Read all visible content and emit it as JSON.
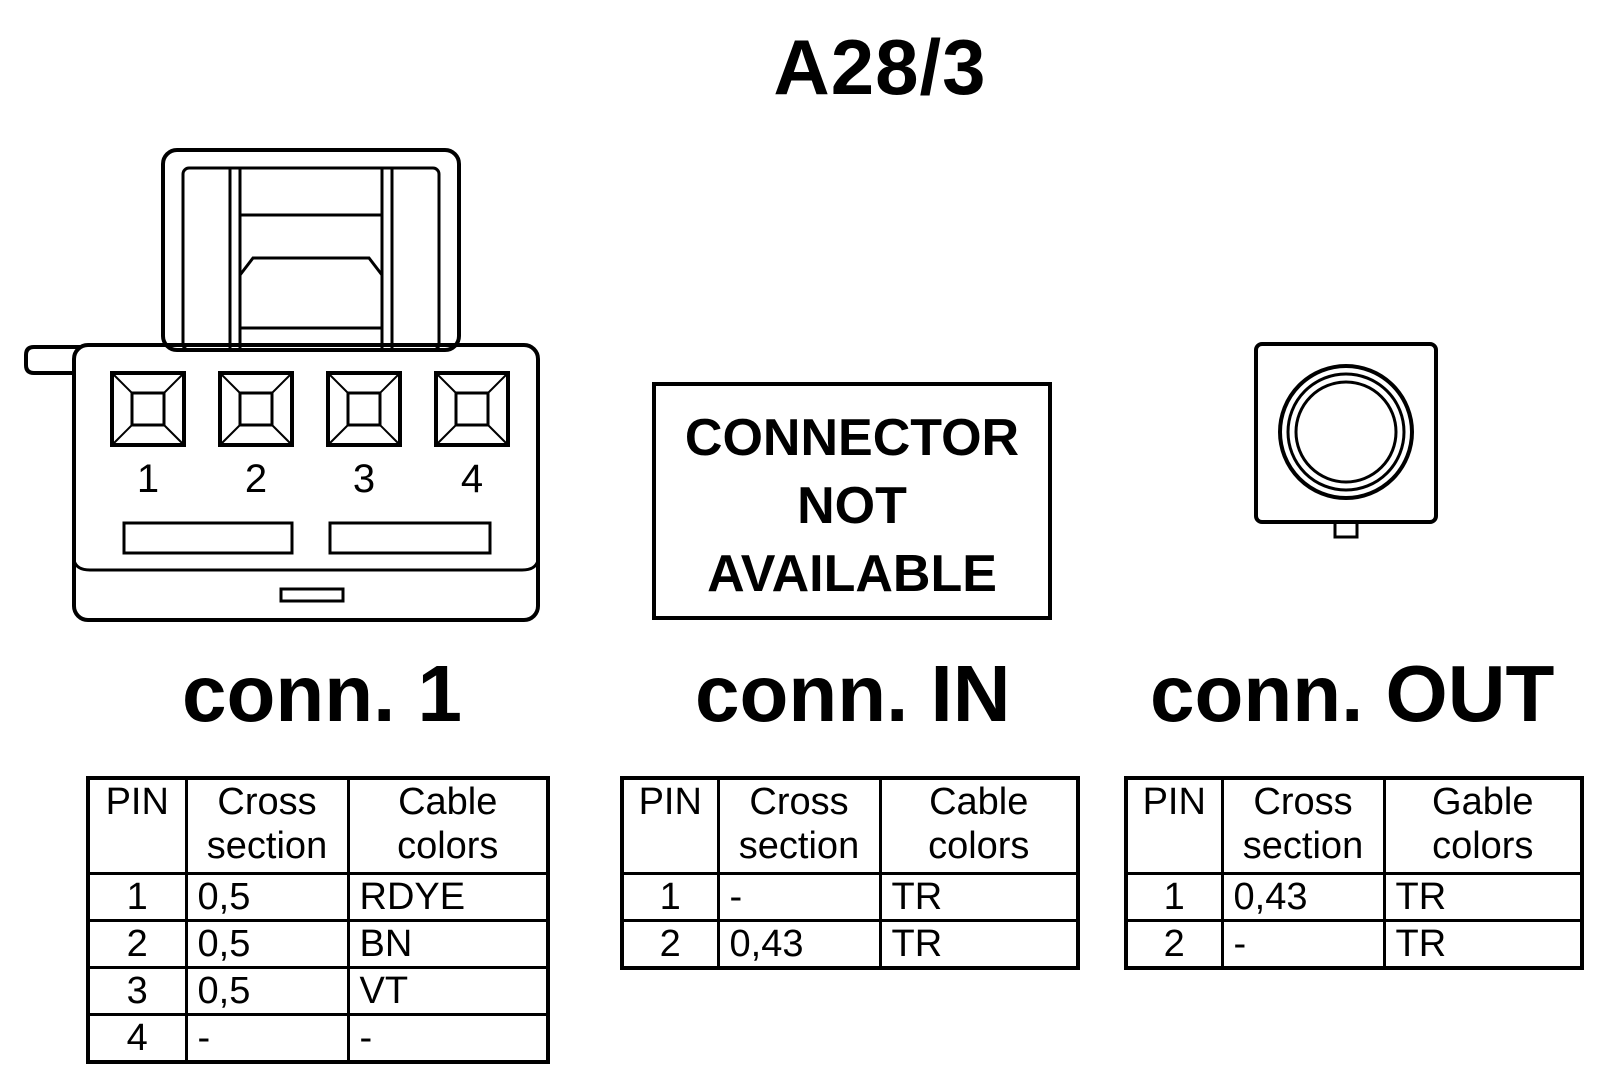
{
  "title": "A28/3",
  "connectors": [
    {
      "label": "conn. 1",
      "pin_numbers": [
        "1",
        "2",
        "3",
        "4"
      ],
      "table": {
        "headers": {
          "pin": "PIN",
          "cross_1": "Cross",
          "cross_2": "section",
          "cable_1": "Cable",
          "cable_2": "colors"
        },
        "rows": [
          {
            "pin": "1",
            "cross": "0,5",
            "color": "RDYE"
          },
          {
            "pin": "2",
            "cross": "0,5",
            "color": "BN"
          },
          {
            "pin": "3",
            "cross": "0,5",
            "color": "VT"
          },
          {
            "pin": "4",
            "cross": "-",
            "color": "-"
          }
        ]
      }
    },
    {
      "label": "conn. IN",
      "notice": [
        "CONNECTOR",
        "NOT",
        "AVAILABLE"
      ],
      "table": {
        "headers": {
          "pin": "PIN",
          "cross_1": "Cross",
          "cross_2": "section",
          "cable_1": "Cable",
          "cable_2": "colors"
        },
        "rows": [
          {
            "pin": "1",
            "cross": "-",
            "color": "TR"
          },
          {
            "pin": "2",
            "cross": "0,43",
            "color": "TR"
          }
        ]
      }
    },
    {
      "label": "conn. OUT",
      "table": {
        "headers": {
          "pin": "PIN",
          "cross_1": "Cross",
          "cross_2": "section",
          "cable_1": "Gable",
          "cable_2": "colors"
        },
        "rows": [
          {
            "pin": "1",
            "cross": "0,43",
            "color": "TR"
          },
          {
            "pin": "2",
            "cross": "-",
            "color": "TR"
          }
        ]
      }
    }
  ]
}
